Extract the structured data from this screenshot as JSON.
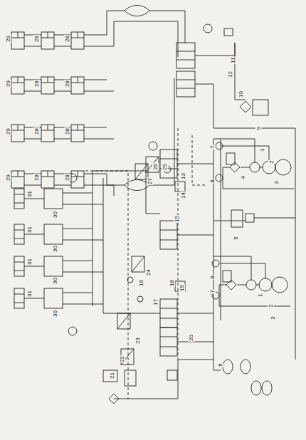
{
  "diagram": {
    "labels": [
      "29",
      "29",
      "29",
      "29",
      "28",
      "28",
      "28",
      "28",
      "28",
      "28",
      "28",
      "28",
      "31",
      "31",
      "31",
      "31",
      "30",
      "30",
      "30",
      "30",
      "27",
      "26",
      "25",
      "13",
      "14",
      "12",
      "11",
      "10",
      "9",
      "4",
      "1",
      "2",
      "3",
      "7",
      "8",
      "5",
      "15",
      "16",
      "17",
      "18",
      "19",
      "24",
      "20",
      "21",
      "22",
      "23",
      "7",
      "8",
      "1",
      "2",
      "3",
      "6"
    ]
  }
}
